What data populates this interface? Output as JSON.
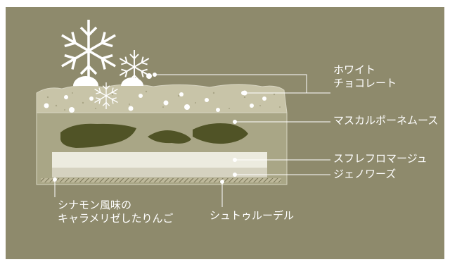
{
  "labels": {
    "white_chocolate": [
      "ホワイト",
      "チョコレート"
    ],
    "mascarpone_mousse": "マスカルポーネムース",
    "souffle_fromage": "スフレフロマージュ",
    "genoise": "ジェノワーズ",
    "cinnamon_apple": [
      "シナモン風味の",
      "キャラメリゼしたりんご"
    ],
    "streusel": "シュトゥルーデル"
  },
  "colors": {
    "panel": "#8e8a6c",
    "line": "#ffffff",
    "apple": "#505326",
    "mousse": "#a9a686",
    "souffle": "#ecebdf",
    "genoise": "#d5d2c0",
    "crumble": "#c8c4a8",
    "snowflake": "#ffffff"
  }
}
